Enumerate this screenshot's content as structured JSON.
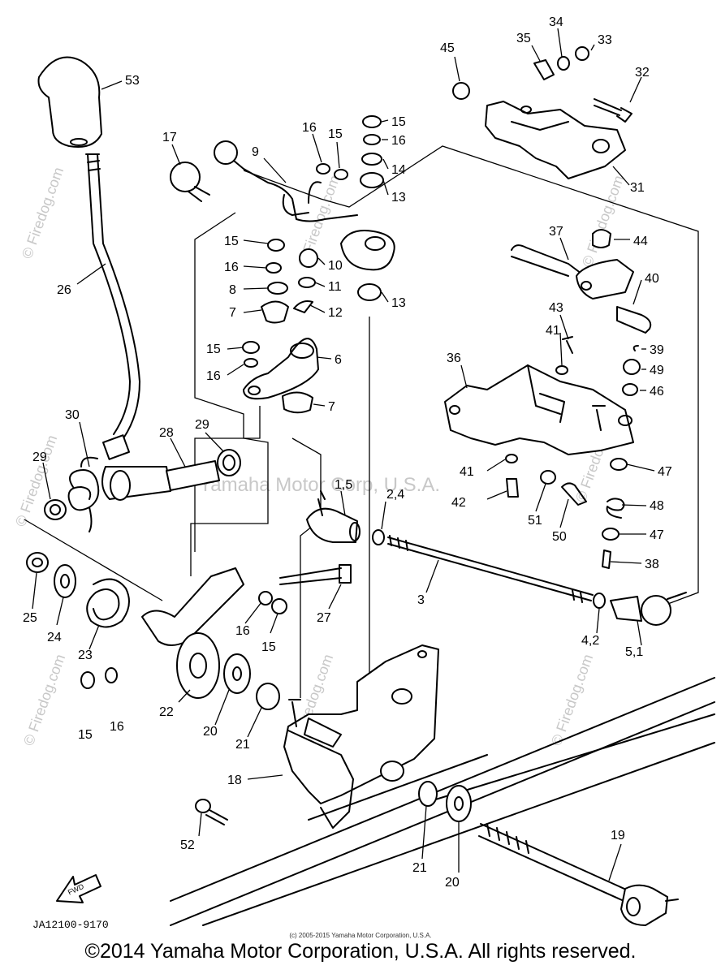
{
  "watermark_main": "Yamaha Motor Corp, U.S.A.",
  "watermark_site": "© Firedog.com",
  "fwd_label": "FWD",
  "diagram_code": "JA12100-9170",
  "small_copyright": "(c) 2005-2015 Yamaha Motor Corporation, U.S.A.",
  "footer": "©2014 Yamaha Motor Corporation, U.S.A. All rights reserved.",
  "callouts": {
    "p53": "53",
    "p17": "17",
    "p9": "9",
    "p16a": "16",
    "p15a": "15",
    "p15b": "15",
    "p16b": "16",
    "p14": "14",
    "p13a": "13",
    "p13b": "13",
    "p15c": "15",
    "p10": "10",
    "p16c": "16",
    "p11": "11",
    "p8": "8",
    "p7a": "7",
    "p12": "12",
    "p15d": "15",
    "p6": "6",
    "p16d": "16",
    "p7b": "7",
    "p26": "26",
    "p30": "30",
    "p28": "28",
    "p29a": "29",
    "p29b": "29",
    "p1_5": "1,5",
    "p2_4": "2,4",
    "p45": "45",
    "p35": "35",
    "p34": "34",
    "p33": "33",
    "p32": "32",
    "p31": "31",
    "p37": "37",
    "p44": "44",
    "p40": "40",
    "p43": "43",
    "p41a": "41",
    "p39": "39",
    "p36": "36",
    "p49": "49",
    "p46": "46",
    "p41b": "41",
    "p42": "42",
    "p51": "51",
    "p50": "50",
    "p47a": "47",
    "p48": "48",
    "p47b": "47",
    "p38": "38",
    "p3": "3",
    "p4_2": "4,2",
    "p5_1": "5,1",
    "p25": "25",
    "p24": "24",
    "p23": "23",
    "p22": "22",
    "p16e": "16",
    "p15e": "15",
    "p27": "27",
    "p15f": "15",
    "p16f": "16",
    "p20a": "20",
    "p21a": "21",
    "p18": "18",
    "p52": "52",
    "p21b": "21",
    "p20b": "20",
    "p19": "19"
  }
}
